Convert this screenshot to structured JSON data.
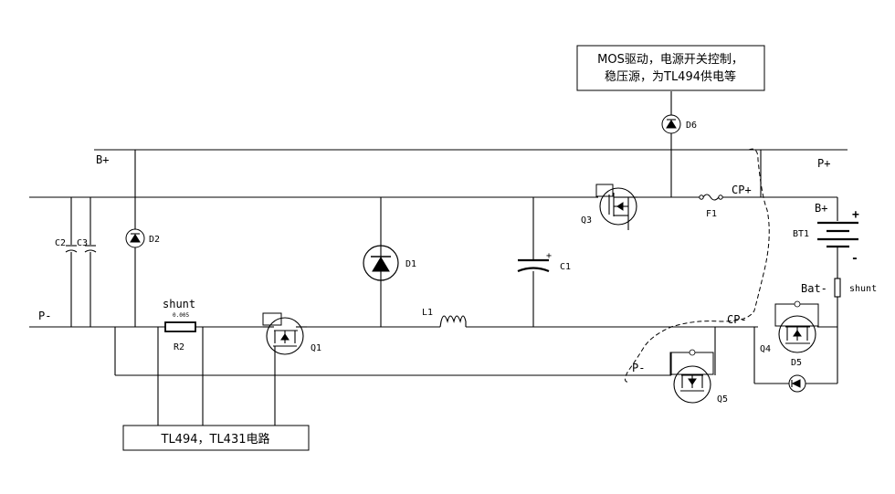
{
  "nets": {
    "b_plus": "B+",
    "p_plus": "P+",
    "p_minus": "P-",
    "p_minus_right": "P-",
    "cp_plus": "CP+",
    "cp_minus": "CP-",
    "bt_plus": "B+",
    "bat_minus": "Bat-"
  },
  "components": {
    "c2": "C2",
    "c3": "C3",
    "d2": "D2",
    "d1": "D1",
    "c1": "C1",
    "c1_polarity": "+",
    "d6": "D6",
    "q3": "Q3",
    "f1": "F1",
    "bt1": "BT1",
    "bt1_plus": "+",
    "bt1_minus": "-",
    "shunt_right": "shunt",
    "shunt_r2": "shunt",
    "shunt_r2_value": "0.005",
    "r2": "R2",
    "q1": "Q1",
    "l1": "L1",
    "q4": "Q4",
    "d5": "D5",
    "q5": "Q5"
  },
  "notes": {
    "top_line1": "MOS驱动，电源开关控制，",
    "top_line2": "稳压源，为TL494供电等",
    "bottom": "TL494，TL431电路"
  }
}
